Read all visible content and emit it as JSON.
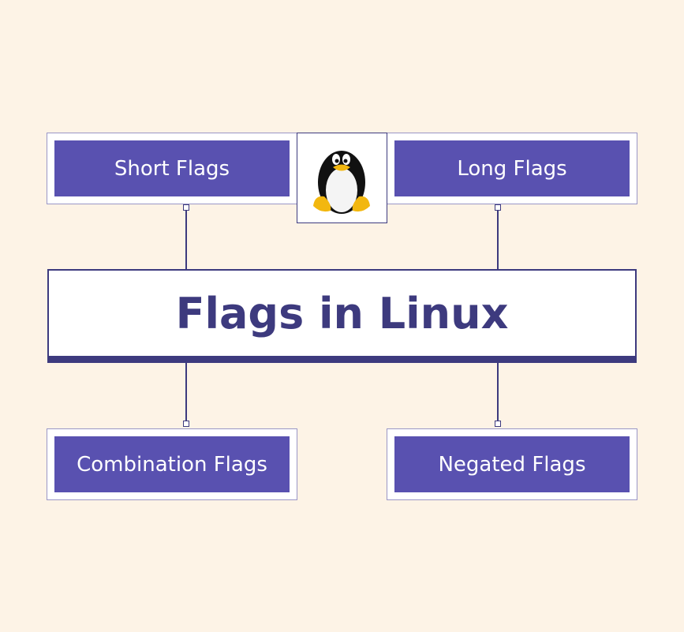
{
  "title": "Flags in Linux",
  "nodes": {
    "short": "Short Flags",
    "long": "Long Flags",
    "combination": "Combination Flags",
    "negated": "Negated Flags"
  },
  "logo": "linux-tux-penguin",
  "colors": {
    "background": "#fdf3e6",
    "box_fill": "#5951b0",
    "title": "#3d3a7e"
  }
}
